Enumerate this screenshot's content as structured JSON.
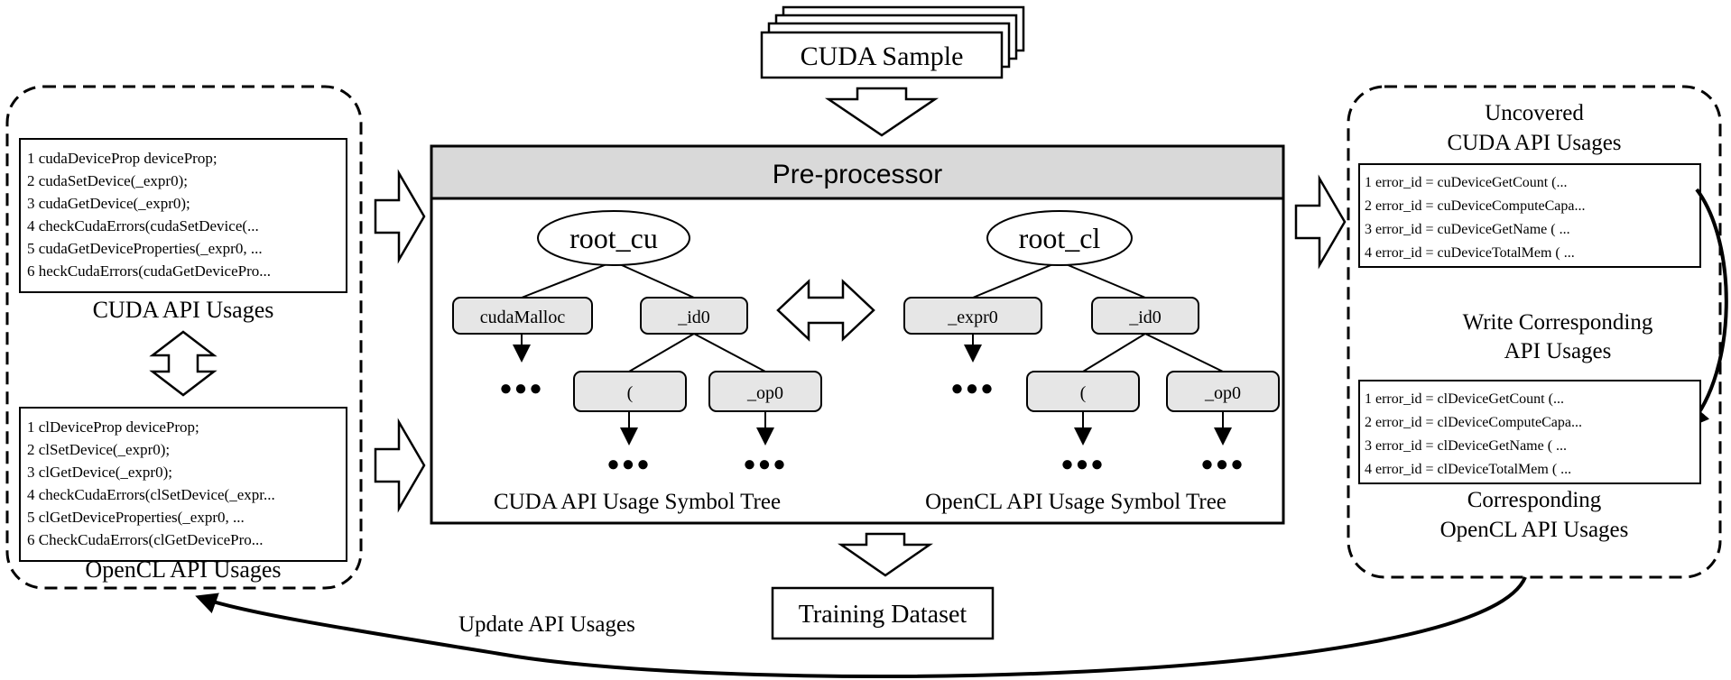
{
  "top_input": {
    "label": "CUDA Sample"
  },
  "bottom_output": {
    "label": "Training Dataset"
  },
  "left_panel": {
    "cuda": {
      "caption": "CUDA API Usages",
      "lines": [
        "1 cudaDeviceProp deviceProp;",
        "2 cudaSetDevice(_expr0);",
        "3 cudaGetDevice(_expr0);",
        "4 checkCudaErrors(cudaSetDevice(...",
        "5 cudaGetDeviceProperties(_expr0, ...",
        "6 heckCudaErrors(cudaGetDevicePro..."
      ]
    },
    "opencl": {
      "caption": "OpenCL API Usages",
      "lines": [
        "1 clDeviceProp deviceProp;",
        "2 clSetDevice(_expr0);",
        "3 clGetDevice(_expr0);",
        "4 checkCudaErrors(clSetDevice(_expr...",
        "5 clGetDeviceProperties(_expr0, ...",
        "6 CheckCudaErrors(clGetDevicePro..."
      ]
    }
  },
  "preprocessor": {
    "title": "Pre-processor",
    "cuda_tree": {
      "root": "root_cu",
      "left_child": "cudaMalloc",
      "right_child": "_id0",
      "grandchild_left": "(",
      "grandchild_right": "_op0",
      "caption": "CUDA API Usage Symbol Tree"
    },
    "opencl_tree": {
      "root": "root_cl",
      "left_child": "_expr0",
      "right_child": "_id0",
      "grandchild_left": "(",
      "grandchild_right": "_op0",
      "caption": "OpenCL API Usage Symbol Tree"
    },
    "ellipsis": "●●●"
  },
  "right_panel": {
    "uncovered_title": [
      "Uncovered",
      "CUDA API Usages"
    ],
    "uncovered_lines": [
      "1 error_id = cuDeviceGetCount (...",
      "2 error_id = cuDeviceComputeCapa...",
      "3 error_id = cuDeviceGetName ( ...",
      "4 error_id = cuDeviceTotalMem ( ..."
    ],
    "write_label": [
      "Write Corresponding",
      "API Usages"
    ],
    "corresponding_lines": [
      "1 error_id = clDeviceGetCount (...",
      "2 error_id = clDeviceComputeCapa...",
      "3 error_id = clDeviceGetName ( ...",
      "4 error_id = clDeviceTotalMem ( ..."
    ],
    "corresponding_title": [
      "Corresponding",
      "OpenCL API Usages"
    ]
  },
  "feedback_label": "Update API Usages"
}
